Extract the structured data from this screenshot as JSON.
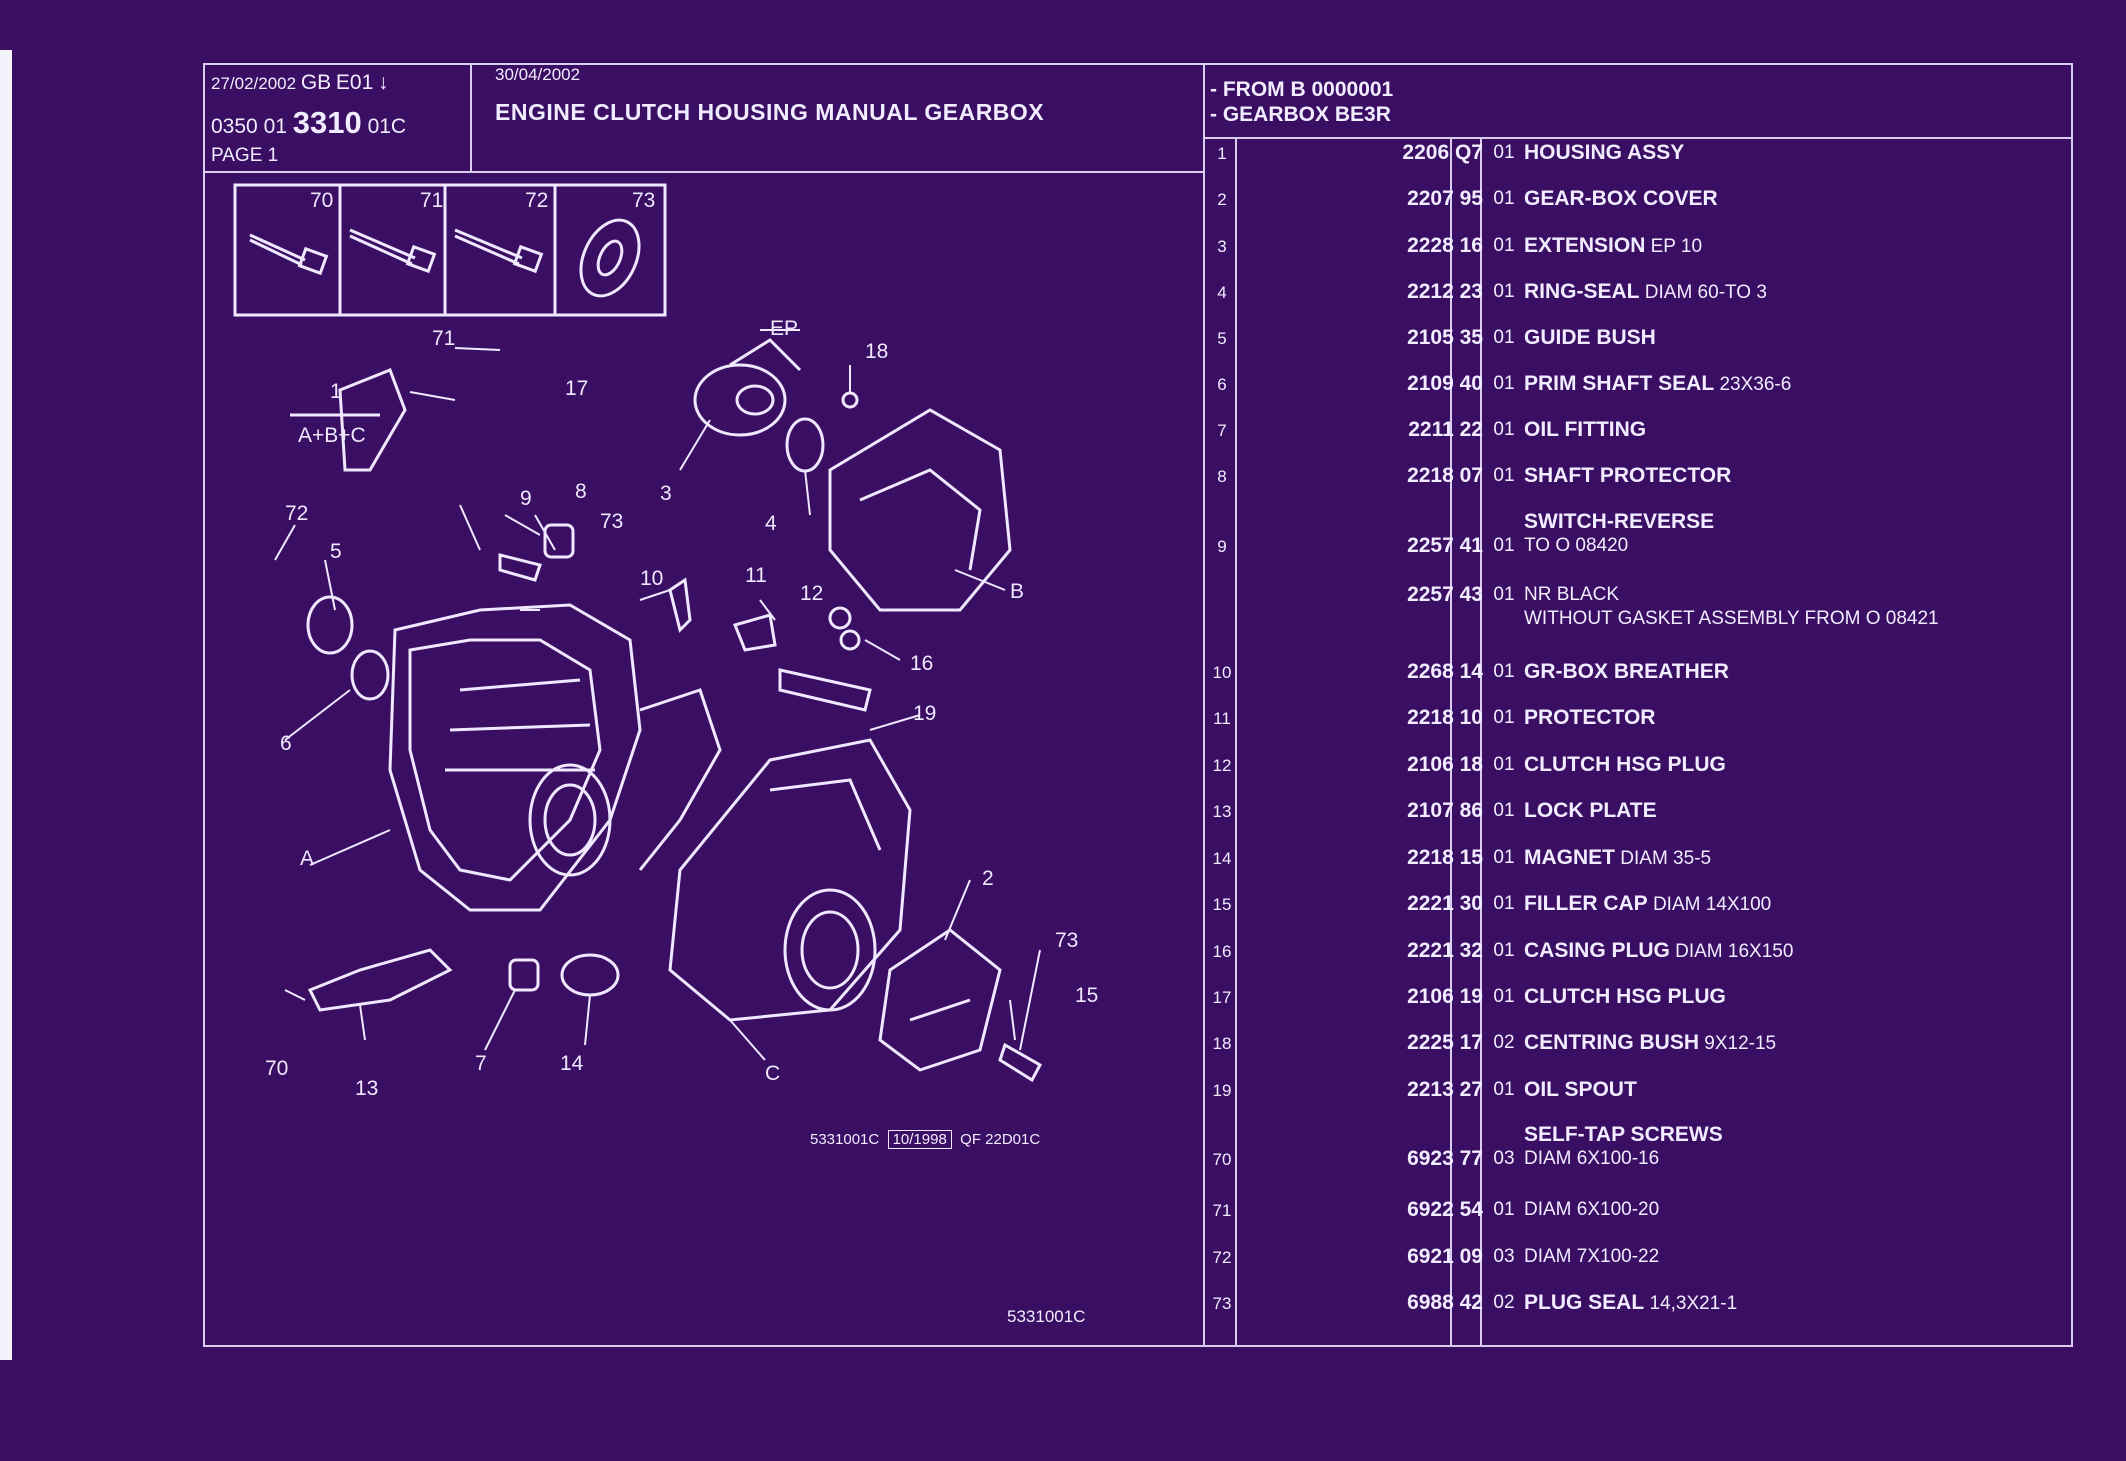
{
  "header": {
    "date1": "27/02/2002",
    "lang": "GB",
    "edition": "E01",
    "edition_arrow": "↓",
    "code_a": "0350",
    "code_b": "01",
    "code_main": "3310",
    "code_c": "01C",
    "page": "PAGE 1",
    "date2": "30/04/2002",
    "title": "ENGINE CLUTCH HOUSING MANUAL GEARBOX",
    "from": "- FROM  B  0000001",
    "gearbox": "- GEARBOX BE3R"
  },
  "inset_labels": [
    "70",
    "71",
    "72",
    "73"
  ],
  "formula": {
    "top": "1",
    "bottom": "A+B+C"
  },
  "callouts": [
    "71",
    "17",
    "EP",
    "18",
    "3",
    "4",
    "B",
    "9",
    "8",
    "73",
    "72",
    "5",
    "10",
    "11",
    "12",
    "16",
    "19",
    "6",
    "A",
    "2",
    "73",
    "15",
    "70",
    "13",
    "7",
    "14",
    "C"
  ],
  "diagram_code": "5331001C",
  "diagram_date": "10/1998",
  "diagram_ref": "QF 22D01C",
  "footer_code": "5331001C",
  "parts": [
    {
      "no": "1",
      "ref": "2206 Q7",
      "qty": "01",
      "desc": "HOUSING ASSY",
      "spec": ""
    },
    {
      "no": "2",
      "ref": "2207 95",
      "qty": "01",
      "desc": "GEAR-BOX COVER",
      "spec": ""
    },
    {
      "no": "3",
      "ref": "2228 16",
      "qty": "01",
      "desc": "EXTENSION",
      "spec": "EP 10"
    },
    {
      "no": "4",
      "ref": "2212 23",
      "qty": "01",
      "desc": "RING-SEAL",
      "spec": "DIAM 60-TO 3"
    },
    {
      "no": "5",
      "ref": "2105 35",
      "qty": "01",
      "desc": "GUIDE BUSH",
      "spec": ""
    },
    {
      "no": "6",
      "ref": "2109 40",
      "qty": "01",
      "desc": "PRIM SHAFT SEAL",
      "spec": "23X36-6"
    },
    {
      "no": "7",
      "ref": "2211 22",
      "qty": "01",
      "desc": "OIL FITTING",
      "spec": ""
    },
    {
      "no": "8",
      "ref": "2218 07",
      "qty": "01",
      "desc": "SHAFT PROTECTOR",
      "spec": ""
    },
    {
      "no": "9",
      "ref": "2257 41",
      "qty": "01",
      "heading": "SWITCH-REVERSE",
      "desc": "",
      "spec": "TO  O  08420"
    },
    {
      "no": "",
      "ref": "2257 43",
      "qty": "01",
      "desc": "",
      "spec": "NR BLACK",
      "spec2": "WITHOUT GASKET ASSEMBLY FROM  O  08421"
    },
    {
      "no": "10",
      "ref": "2268 14",
      "qty": "01",
      "desc": "GR-BOX BREATHER",
      "spec": ""
    },
    {
      "no": "11",
      "ref": "2218 10",
      "qty": "01",
      "desc": "PROTECTOR",
      "spec": ""
    },
    {
      "no": "12",
      "ref": "2106 18",
      "qty": "01",
      "desc": "CLUTCH HSG PLUG",
      "spec": ""
    },
    {
      "no": "13",
      "ref": "2107 86",
      "qty": "01",
      "desc": "LOCK PLATE",
      "spec": ""
    },
    {
      "no": "14",
      "ref": "2218 15",
      "qty": "01",
      "desc": "MAGNET",
      "spec": "DIAM 35-5"
    },
    {
      "no": "15",
      "ref": "2221 30",
      "qty": "01",
      "desc": "FILLER CAP",
      "spec": "DIAM 14X100"
    },
    {
      "no": "16",
      "ref": "2221 32",
      "qty": "01",
      "desc": "CASING PLUG",
      "spec": "DIAM 16X150"
    },
    {
      "no": "17",
      "ref": "2106 19",
      "qty": "01",
      "desc": "CLUTCH HSG PLUG",
      "spec": ""
    },
    {
      "no": "18",
      "ref": "2225 17",
      "qty": "02",
      "desc": "CENTRING BUSH",
      "spec": "9X12-15"
    },
    {
      "no": "19",
      "ref": "2213 27",
      "qty": "01",
      "desc": "OIL SPOUT",
      "spec": ""
    },
    {
      "no": "70",
      "ref": "6923 77",
      "qty": "03",
      "heading": "SELF-TAP SCREWS",
      "desc": "",
      "spec": "DIAM 6X100-16"
    },
    {
      "no": "71",
      "ref": "6922 54",
      "qty": "01",
      "desc": "",
      "spec": "DIAM 6X100-20"
    },
    {
      "no": "72",
      "ref": "6921 09",
      "qty": "03",
      "desc": "",
      "spec": "DIAM 7X100-22"
    },
    {
      "no": "73",
      "ref": "6988 42",
      "qty": "02",
      "desc": "PLUG SEAL",
      "spec": "14,3X21-1"
    }
  ],
  "colors": {
    "background": "#3a0f63",
    "ink": "#f1ecff",
    "rule": "#d9cdf0"
  }
}
